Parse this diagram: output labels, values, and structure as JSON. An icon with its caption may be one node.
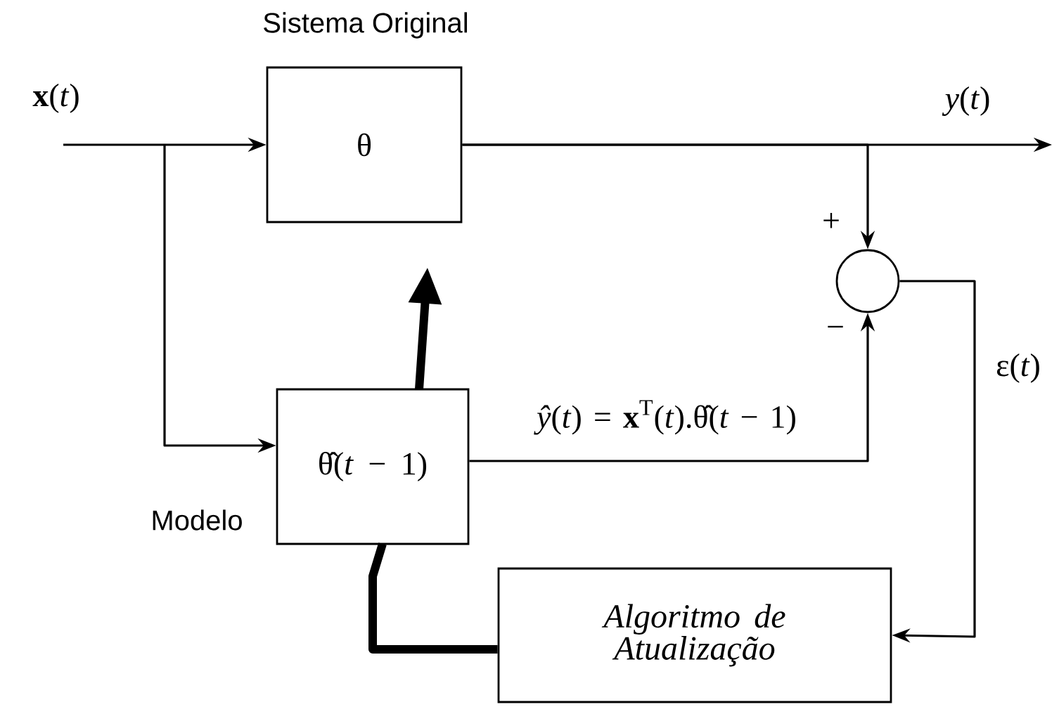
{
  "diagram": {
    "nodes": [
      {
        "text": [
          "Sistema Original",
          "θ"
        ]
      },
      {
        "text": [
          "Modelo",
          "θ̂(*t* − 1)"
        ]
      },
      {
        "text": [],
        "shape": "circle",
        "beside": [
          "+",
          "−"
        ]
      },
      {
        "text": [
          "Algoritmo de Atualização"
        ]
      }
    ],
    "edges": [
      {
        "from": null,
        "to": 0,
        "arrow": "to",
        "label": "**x**(*t*)"
      },
      {
        "from": null,
        "to": 1,
        "arrow": "to"
      },
      {
        "from": 0,
        "to": null,
        "arrow": "to",
        "label": "*y*(*t*)"
      },
      {
        "from": 0,
        "to": 2,
        "arrow": "to"
      },
      {
        "from": 1,
        "to": 2,
        "arrow": "to",
        "label": "*ŷ*(*t*) = **x**$^{T}$(*t*).θ̂(*t* − 1)"
      },
      {
        "from": 2,
        "to": 3,
        "arrow": "to",
        "label": "ε(*t*)"
      },
      {
        "from": 3,
        "to": null,
        "arrow": "to",
        "style": "thick"
      }
    ]
  }
}
